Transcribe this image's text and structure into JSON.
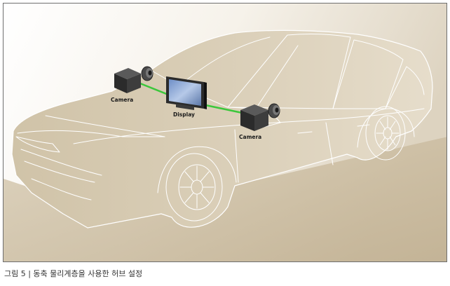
{
  "diagram": {
    "labels": {
      "camera_left": "Camera",
      "display": "Display",
      "camera_right": "Camera"
    },
    "colors": {
      "car_body": "#d5c9b0",
      "ground": "#c9bb9f",
      "outline": "#ffffff",
      "link_line": "#3cc73c",
      "device_body": "#2b2b2b",
      "border": "#6e6e6e"
    }
  },
  "caption": {
    "text": "그림 5 | 동축 물리계층을 사용한 허브 설정"
  }
}
